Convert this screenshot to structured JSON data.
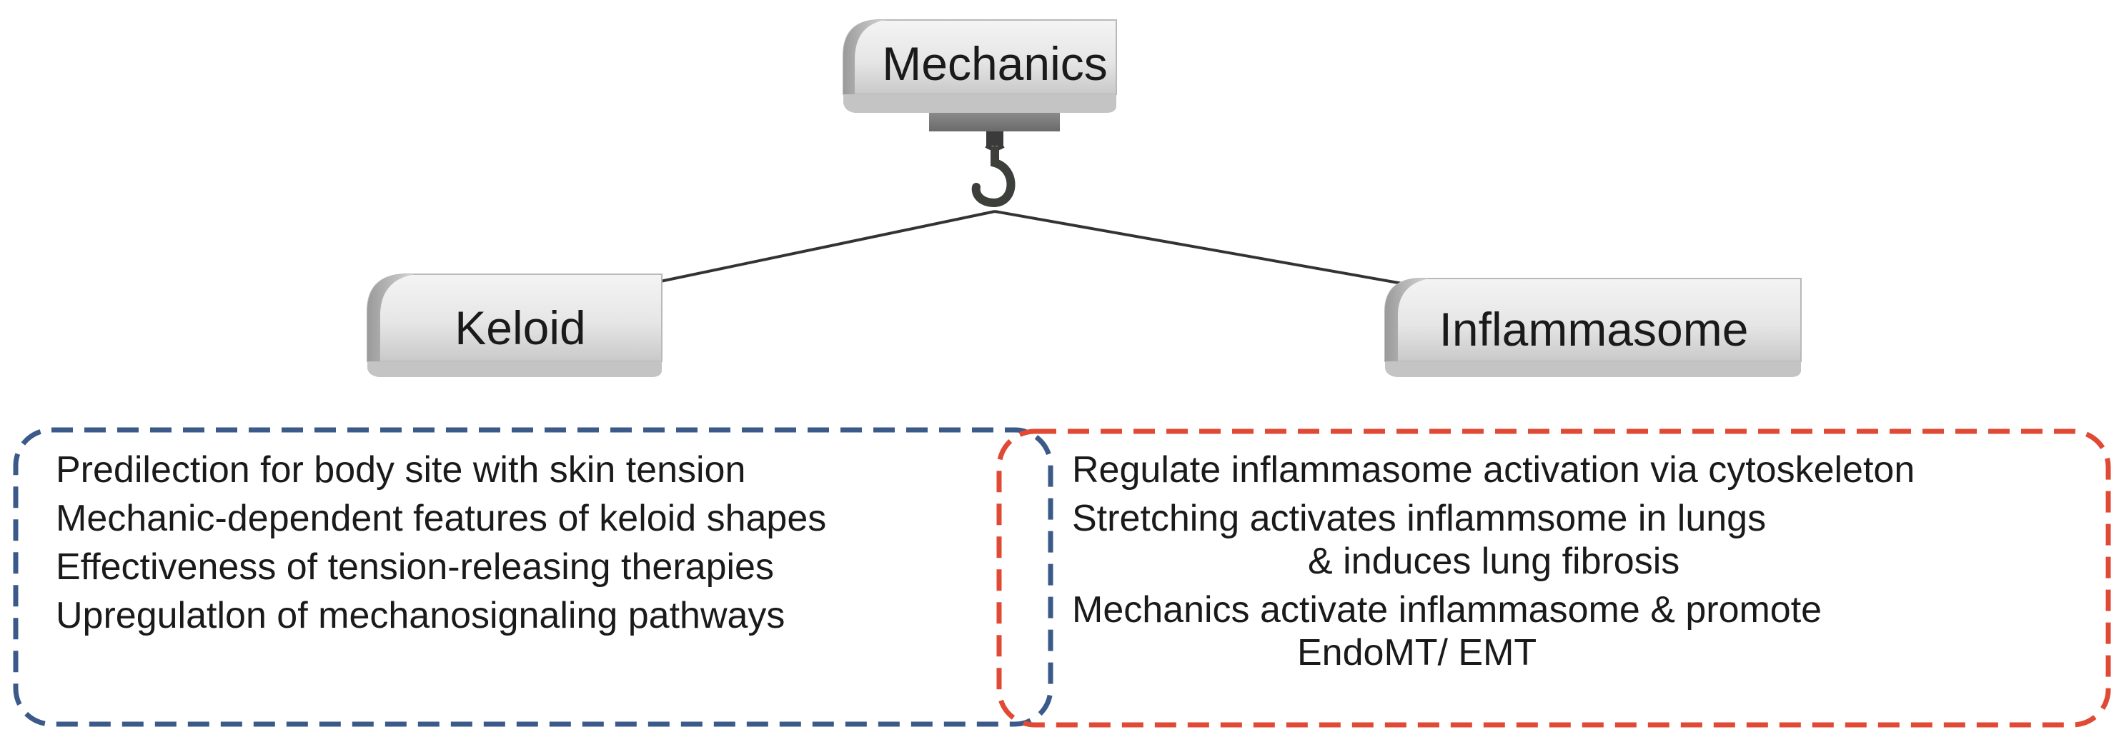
{
  "diagram": {
    "root": {
      "label": "Mechanics"
    },
    "left": {
      "label": "Keloid",
      "border_color": "#3b5a8a",
      "items": [
        "Predilection for body site with skin tension",
        "Mechanic-dependent features of keloid shapes",
        "Effectiveness of tension-releasing therapies",
        "Upregulatlon of mechanosignaling pathways"
      ]
    },
    "right": {
      "label": "Inflammasome",
      "border_color": "#e04a35",
      "items": [
        "Regulate inflammasome activation via cytoskeleton",
        "Stretching activates inflammsome in lungs",
        "& induces lung fibrosis",
        "Mechanics activate inflammasome & promote",
        "EndoMT/ EMT"
      ]
    }
  }
}
